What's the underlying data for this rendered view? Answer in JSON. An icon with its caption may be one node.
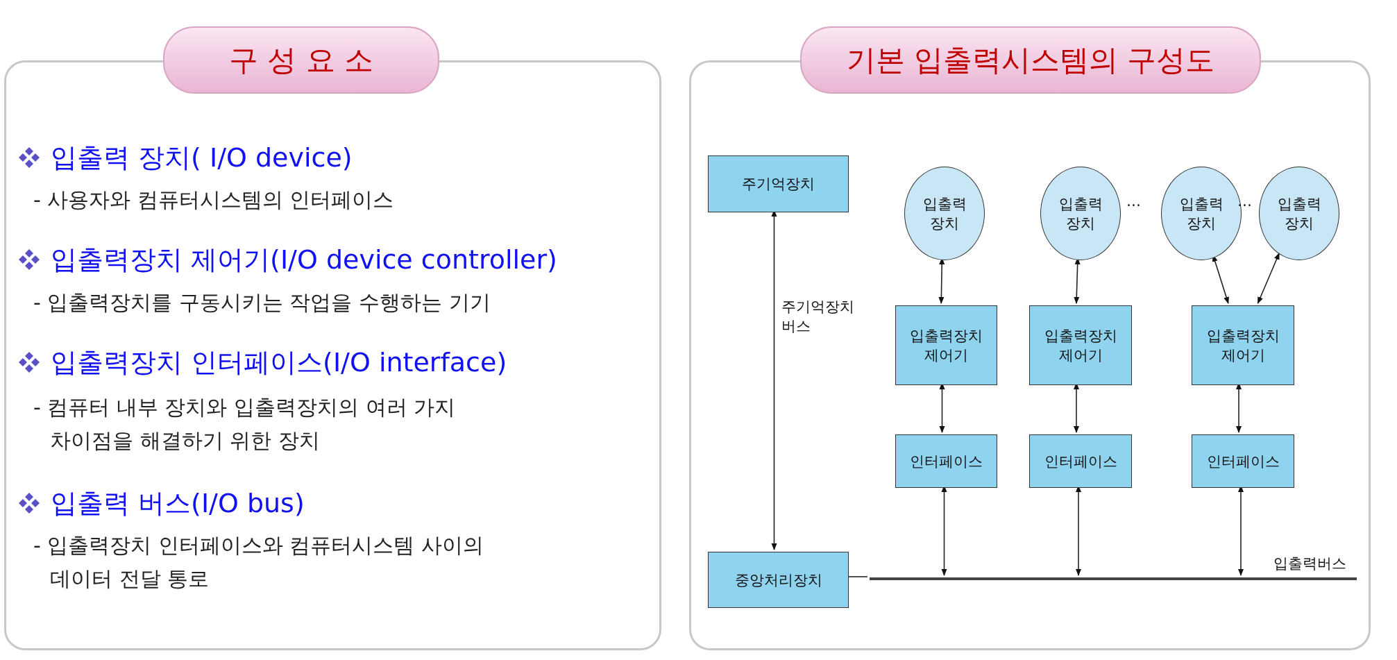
{
  "diagram": {
    "nodes": [
      {
        "text": [
          "구 성 요 소"
        ]
      },
      {
        "text": [
          "입출력 장치( I/O device)",
          "- 사용자와 컴퓨터시스템의 인터페이스",
          "입출력장치 제어기(I/O device controller)",
          "- 입출력장치를 구동시키는 작업을 수행하는 기기",
          "입출력장치 인터페이스(I/O interface)",
          "- 컴퓨터 내부 장치와 입출력장치의 여러 가지 차이점을 해결하기 위한 장치",
          "입출력 버스(I/O bus)",
          "- 입출력장치 인터페이스와 컴퓨터시스템 사이의 데이터 전달 통로"
        ]
      },
      {
        "text": [
          "기본 입출력시스템의 구성도"
        ]
      },
      {
        "text": [],
        "shape": "box"
      },
      {
        "text": [
          "주기억장치"
        ],
        "in": 3
      },
      {
        "text": [
          "중앙처리장치"
        ],
        "in": 3
      },
      {
        "text": [
          "입출력 장치"
        ],
        "in": 3
      },
      {
        "text": [
          "입출력 장치"
        ],
        "in": 3
      },
      {
        "text": [
          "입출력 장치"
        ],
        "in": 3
      },
      {
        "text": [
          "입출력 장치"
        ],
        "in": 3
      },
      {
        "text": [
          "입출력장치 제어기"
        ],
        "in": 3
      },
      {
        "text": [
          "입출력장치 제어기"
        ],
        "in": 3
      },
      {
        "text": [
          "입출력장치 제어기"
        ],
        "in": 3
      },
      {
        "text": [
          "인터페이스"
        ],
        "in": 3
      },
      {
        "text": [
          "인터페이스"
        ],
        "in": 3
      },
      {
        "text": [
          "인터페이스"
        ],
        "in": 3
      },
      {
        "text": [],
        "shape": "bar",
        "beside": [
          "입출력버스"
        ],
        "in": 3
      }
    ],
    "edges": [
      {
        "from": 4,
        "to": 5,
        "arrow": "both",
        "label": "주기억장치 버스"
      },
      {
        "from": 6,
        "to": 10,
        "arrow": "both"
      },
      {
        "from": 7,
        "to": 11,
        "arrow": "both"
      },
      {
        "from": 8,
        "to": 12,
        "arrow": "both"
      },
      {
        "from": 9,
        "to": 12,
        "arrow": "both"
      },
      {
        "from": 10,
        "to": 13,
        "arrow": "both"
      },
      {
        "from": 11,
        "to": 14,
        "arrow": "both"
      },
      {
        "from": 12,
        "to": 15,
        "arrow": "both"
      },
      {
        "from": 13,
        "to": 16,
        "arrow": "both"
      },
      {
        "from": 14,
        "to": 16,
        "arrow": "both"
      },
      {
        "from": 15,
        "to": 16,
        "arrow": "both"
      },
      {
        "from": 5,
        "to": 16,
        "arrow": "none"
      }
    ],
    "labels": [
      "…",
      "…"
    ]
  }
}
